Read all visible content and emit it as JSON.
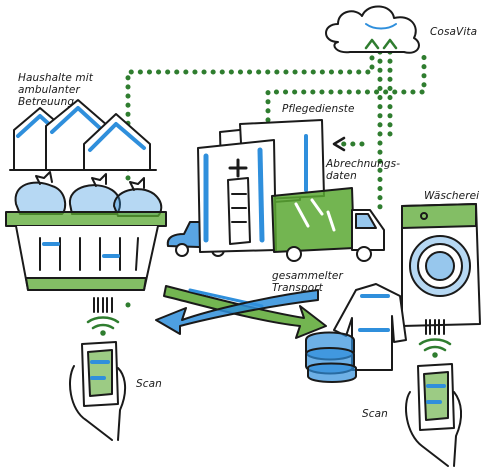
{
  "labels": {
    "households": [
      "Haushalte mit",
      "ambulanter",
      "Betreuung"
    ],
    "care_services": "Pflegedienste",
    "billing_data": [
      "Abrechnungs-",
      "daten"
    ],
    "cloud": "CosaVita",
    "laundry": "Wäscherei",
    "transport": [
      "gesammelter",
      "Transport"
    ],
    "scan_left": "Scan",
    "scan_right": "Scan"
  },
  "colors": {
    "green": "#5aa832",
    "blue": "#2f8fdc",
    "dots": "#2f7d2f",
    "ink": "#1a1a1a"
  }
}
